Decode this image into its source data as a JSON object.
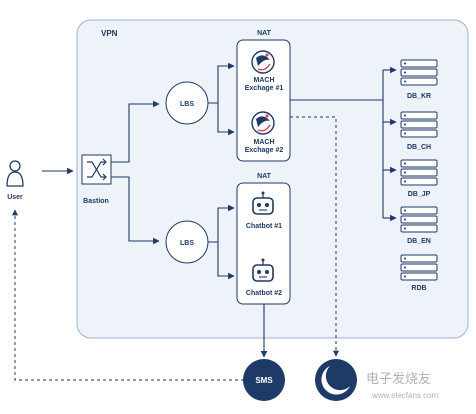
{
  "diagram": {
    "vpn_label": "VPN",
    "user_label": "User",
    "bastion_label": "Bastion",
    "lbs_top_label": "LBS",
    "lbs_bottom_label": "LBS",
    "nat_top": {
      "title": "NAT",
      "items": [
        {
          "line1": "MACH",
          "line2": "Exchage #1"
        },
        {
          "line1": "MACH",
          "line2": "Exchage #2"
        }
      ]
    },
    "nat_bottom": {
      "title": "NAT",
      "items": [
        {
          "label": "Chatbot #1"
        },
        {
          "label": "Chatbot #2"
        }
      ]
    },
    "databases": [
      "DB_KR",
      "DB_CH",
      "DB_JP",
      "DB_EN",
      "RDB"
    ],
    "sms_label": "SMS",
    "watermark": "电子发烧友",
    "watermark_url": "www.elecfans.com"
  },
  "colors": {
    "navy": "#1e3a66",
    "panel": "#eef3fa",
    "panel_border": "#9fb3cf"
  }
}
